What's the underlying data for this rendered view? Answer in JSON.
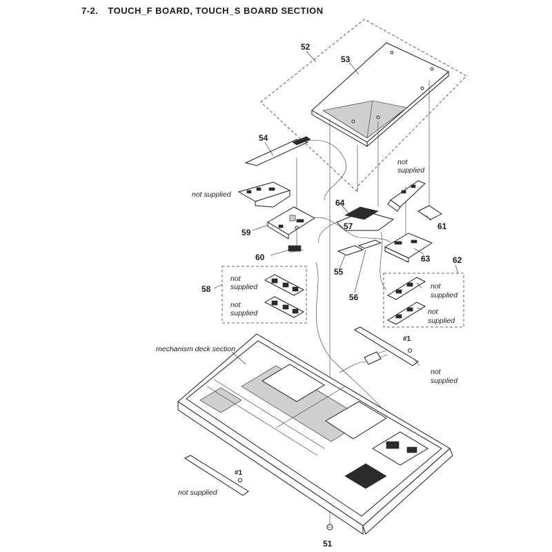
{
  "header": {
    "section_number": "7-2.",
    "section_title": "TOUCH_F BOARD, TOUCH_S BOARD SECTION"
  },
  "labels": {
    "p51": "51",
    "p52": "52",
    "p53": "53",
    "p54": "54",
    "p55": "55",
    "p56": "56",
    "p57": "57",
    "p58": "58",
    "p59": "59",
    "p60": "60",
    "p61": "61",
    "p62": "62",
    "p63": "63",
    "p64": "64",
    "screw1": "#1",
    "screw2": "#1"
  },
  "notes": {
    "ns_left": "not supplied",
    "ns_top_right_1": "not",
    "ns_top_right_2": "supplied",
    "ns58a_1": "not",
    "ns58a_2": "supplied",
    "ns58b_1": "not",
    "ns58b_2": "supplied",
    "ns62a_1": "not",
    "ns62a_2": "supplied",
    "ns62b_1": "not",
    "ns62b_2": "supplied",
    "ns_bracket_r_1": "not",
    "ns_bracket_r_2": "supplied",
    "ns_bracket_l": "not supplied",
    "mechanism": "mechanism deck section"
  }
}
